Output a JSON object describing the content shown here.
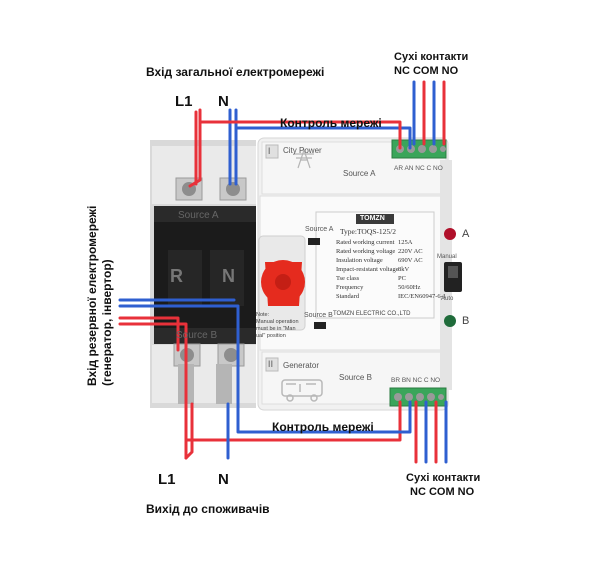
{
  "labels": {
    "top_input": "Вхід загальної електромережі",
    "top_l1": "L1",
    "top_n": "N",
    "control_top": "Контроль мережі",
    "control_bottom": "Контроль мережі",
    "dry_contacts_top": "Сухі контакти",
    "dry_contacts_top_pins": "NC  COM  NO",
    "dry_contacts_bottom": "Сухі контакти",
    "dry_contacts_bottom_pins": "NC  COM  NO",
    "backup_input_line1": "Вхід резервної електромережі",
    "backup_input_line2": "(генератор, інвертор)",
    "bottom_l1": "L1",
    "bottom_n": "N",
    "output": "Вихід до споживачів"
  },
  "device": {
    "city_power": "City Power",
    "source_a_top": "Source A",
    "terminal_top": "AR AN NC C NO",
    "source_a_black": "Source A",
    "source_b_black": "Source B",
    "r": "R",
    "n": "N",
    "brand": "TOMZN",
    "type": "Type:TOQS-125/2",
    "source_a_switch": "Source A",
    "source_b_switch": "Source B",
    "specs": [
      {
        "k": "Rated working current",
        "v": "125A"
      },
      {
        "k": "Rated working voltage",
        "v": "220V AC"
      },
      {
        "k": "Insulation voltage",
        "v": "690V AC"
      },
      {
        "k": "Impact-resistant voltage",
        "v": "8kV"
      },
      {
        "k": "Tse class",
        "v": "PC"
      },
      {
        "k": "Frequency",
        "v": "50/60Hz"
      },
      {
        "k": "Standard",
        "v": "IEC/EN60947-6-1"
      }
    ],
    "company": "TOMZN ELECTRIC CO.,LTD",
    "note": "Note:",
    "note_lines": [
      "Manual operation",
      "must be in \"Man",
      "ual\" position"
    ],
    "ind_a": "A",
    "ind_b": "B",
    "manual": "Manual",
    "auto": "Auto",
    "generator": "Generator",
    "source_b_bottom": "Source B",
    "terminal_bottom": "BR BN NC C NO",
    "roman_1": "I",
    "roman_2": "II"
  },
  "colors": {
    "phase_wire": "#e8313a",
    "neutral_wire": "#2f5fd0",
    "terminal": "#3aa55a",
    "knob": "#e52b1e",
    "indicator_a": "#b0102a",
    "indicator_b": "#1f6b3a"
  }
}
